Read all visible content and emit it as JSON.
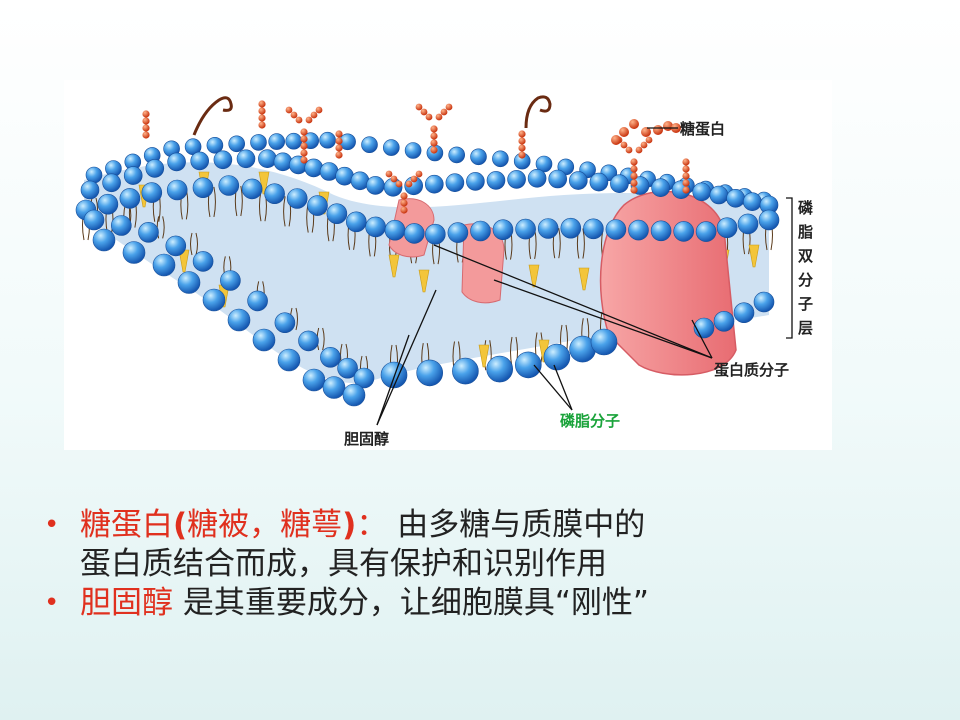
{
  "diagram": {
    "labels": {
      "glycoprotein": "糖蛋白",
      "bilayer": [
        "磷",
        "脂",
        "双",
        "分",
        "子",
        "层"
      ],
      "protein": "蛋白质分子",
      "phospholipid": "磷脂分子",
      "cholesterol": "胆固醇"
    },
    "colors": {
      "lipid_head": "#2b7fd8",
      "lipid_head_light": "#8fd0ff",
      "protein": "#f28a8c",
      "glycan": "#e0501e",
      "cholesterol": "#f3c53a",
      "core": "#c9ddf0",
      "green_label": "#19a33a"
    }
  },
  "bullets": [
    {
      "bullet": "•",
      "term": "糖蛋白",
      "paren_open": "(",
      "paren_text": "糖被，糖萼",
      "paren_close": ")",
      "colon": "：",
      "line1": "由多糖与质膜中的",
      "line2": "蛋白质结合而成，具有保护和识别作用"
    },
    {
      "bullet": "•",
      "term": "胆固醇",
      "text": " 是其重要成分，让细胞膜具“刚性”"
    }
  ]
}
